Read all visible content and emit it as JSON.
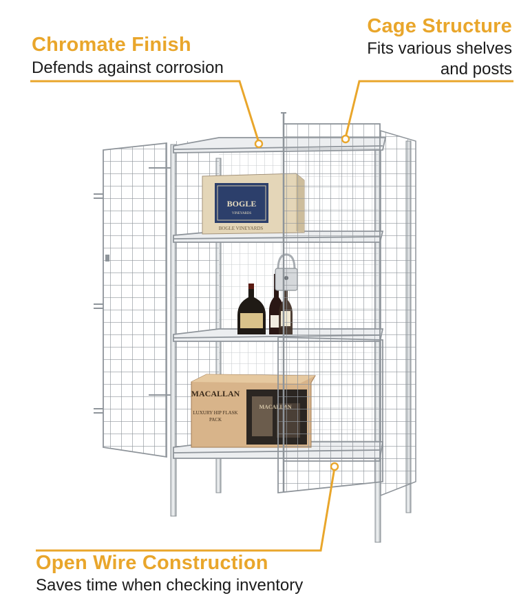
{
  "callouts": {
    "chromate": {
      "title": "Chromate Finish",
      "description": "Defends against corrosion"
    },
    "cage": {
      "title": "Cage Structure",
      "description_line1": "Fits various shelves",
      "description_line2": "and posts"
    },
    "open_wire": {
      "title": "Open Wire Construction",
      "description": "Saves time when checking inventory"
    }
  },
  "product_labels": {
    "bogle_box_brand": "BOGLE",
    "bogle_box_sub": "VINEYARDS",
    "bogle_box_footer": "BOGLE VINEYARDS",
    "macallan_brand": "MACALLAN",
    "macallan_line1": "LUXURY HIP FLASK",
    "macallan_line2": "PACK",
    "macallan_side": "MACALLAN"
  },
  "colors": {
    "accent": "#e9a62b",
    "text": "#1b1b1b",
    "wire": "#8e949a",
    "box": "#d8b48a"
  },
  "icons": {
    "lock": "padlock-icon"
  }
}
